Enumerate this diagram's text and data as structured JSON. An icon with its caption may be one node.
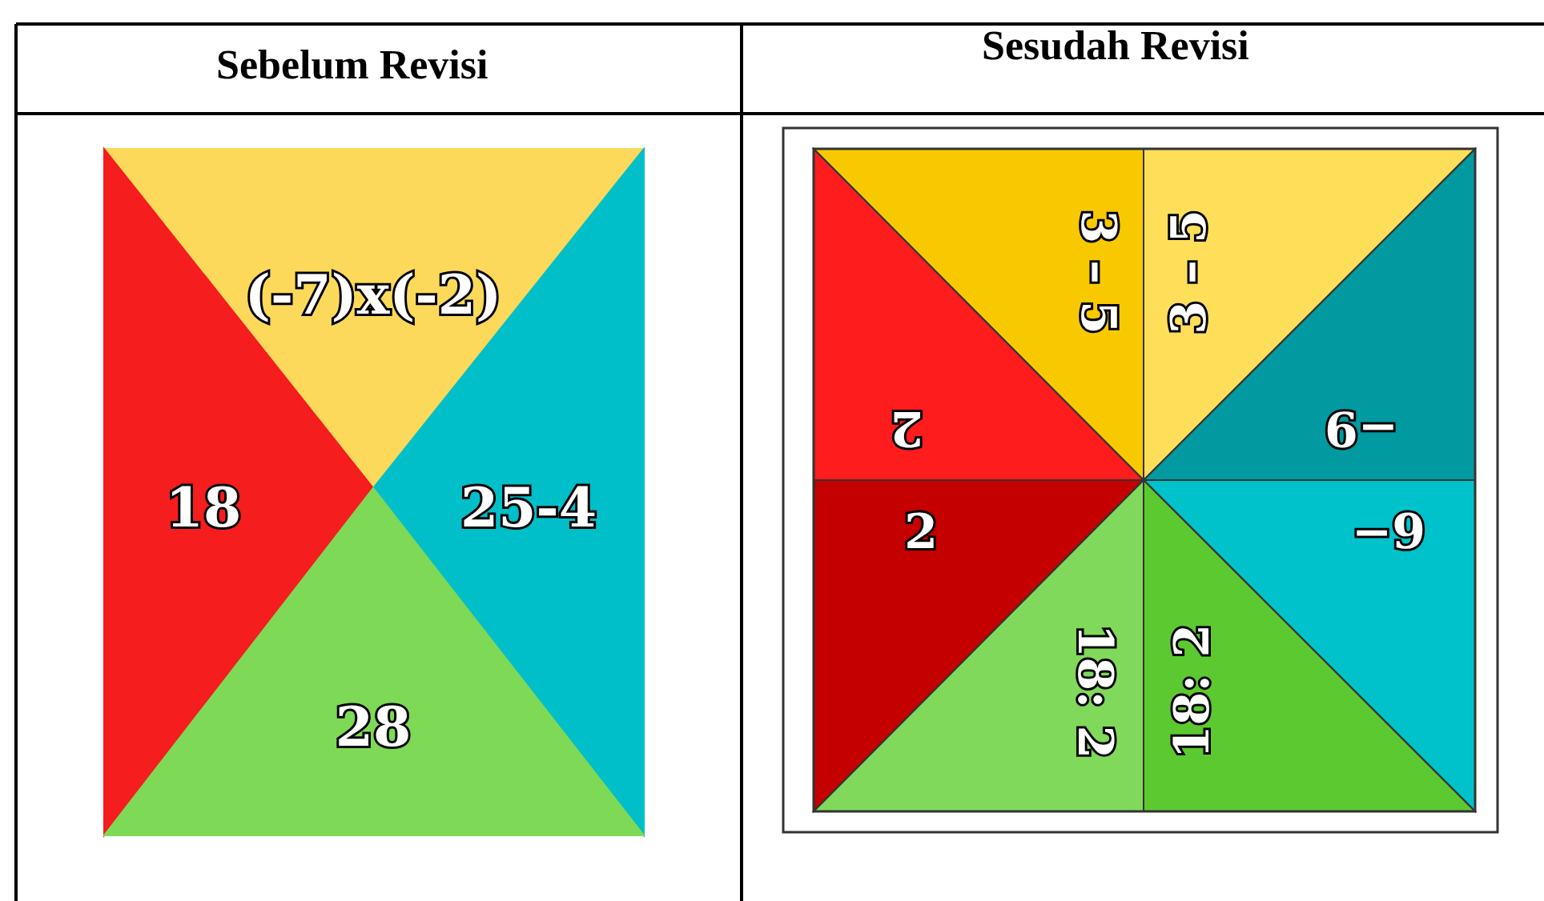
{
  "diagram": {
    "nodes": [
      {
        "text": [
          "(-7)x(-2)"
        ]
      },
      {
        "text": [
          "18"
        ]
      },
      {
        "text": [
          "25-4"
        ]
      },
      {
        "text": [
          "28"
        ]
      },
      {
        "text": [
          "3 – 5"
        ]
      },
      {
        "text": [
          "3 – 5"
        ]
      },
      {
        "text": [
          "2"
        ]
      },
      {
        "text": [
          "−9"
        ]
      },
      {
        "text": [
          "2"
        ]
      },
      {
        "text": [
          "−9"
        ]
      },
      {
        "text": [
          "18: 2"
        ]
      },
      {
        "text": [
          "18: 2"
        ]
      }
    ],
    "labels": [
      "Sebelum Revisi",
      "Sesudah Revisi"
    ]
  }
}
